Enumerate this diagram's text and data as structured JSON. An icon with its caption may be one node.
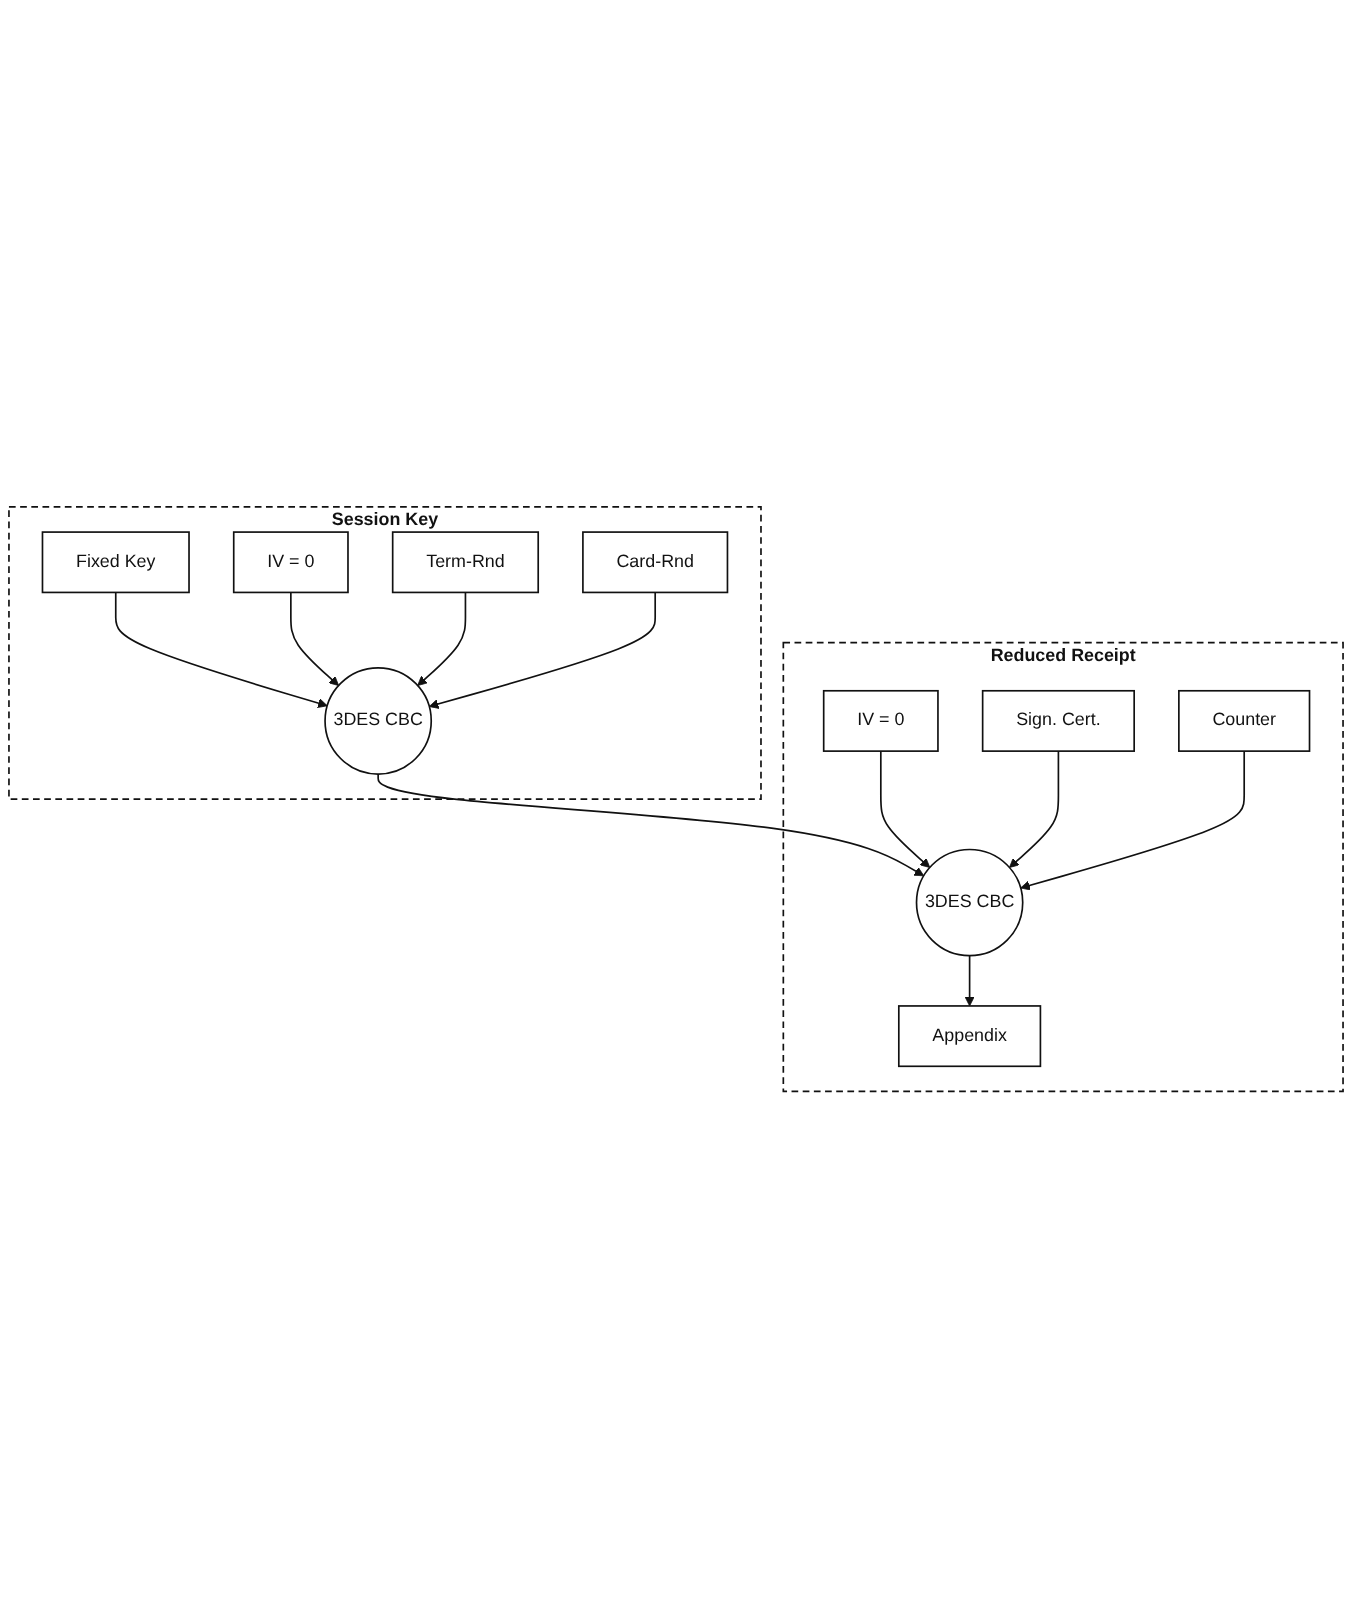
{
  "diagram": {
    "nodes": [
      {
        "text": [
          "Session Key"
        ]
      },
      {
        "text": [
          "Fixed Key"
        ],
        "in": 0
      },
      {
        "text": [
          "IV = 0"
        ],
        "in": 0
      },
      {
        "text": [
          "3DES CBC"
        ],
        "in": 0
      },
      {
        "text": [
          "Term-Rnd"
        ],
        "in": 0
      },
      {
        "text": [
          "Card-Rnd"
        ],
        "in": 0
      },
      {
        "text": [
          "Reduced Receipt"
        ]
      },
      {
        "text": [
          "IV = 0"
        ],
        "in": 6
      },
      {
        "text": [
          "3DES CBC"
        ],
        "in": 6
      },
      {
        "text": [
          "Sign. Cert."
        ],
        "in": 6
      },
      {
        "text": [
          "Counter"
        ],
        "in": 6
      },
      {
        "text": [
          "Appendix"
        ],
        "in": 6
      }
    ],
    "edges": [
      {
        "from": 1,
        "to": 3,
        "arrow": "to"
      },
      {
        "from": 2,
        "to": 3,
        "arrow": "to"
      },
      {
        "from": 4,
        "to": 3,
        "arrow": "to"
      },
      {
        "from": 5,
        "to": 3,
        "arrow": "to"
      },
      {
        "from": 3,
        "to": 8,
        "arrow": "to"
      },
      {
        "from": 7,
        "to": 8,
        "arrow": "to"
      },
      {
        "from": 9,
        "to": 8,
        "arrow": "to"
      },
      {
        "from": 10,
        "to": 8,
        "arrow": "to"
      },
      {
        "from": 8,
        "to": 11,
        "arrow": "to"
      }
    ]
  }
}
